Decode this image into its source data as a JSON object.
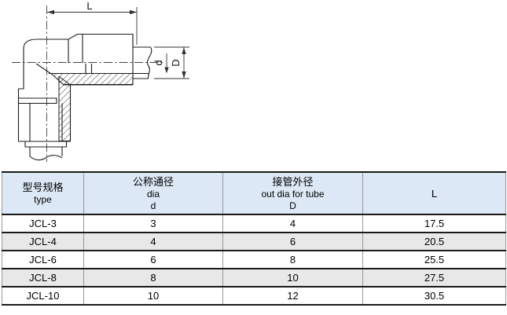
{
  "colors": {
    "header_bg": "#dce8f5",
    "alt_row_bg": "#e8e8e8",
    "line_dark": "#1a1a1a",
    "line_gray": "#999999"
  },
  "drawing": {
    "dim_length_label": "L",
    "dim_inner_dia_label": "d",
    "dim_outer_dia_label": "D"
  },
  "table": {
    "header": {
      "col_type": {
        "line1": "型号规格",
        "line2": "type"
      },
      "col_dia": {
        "line1": "公称通径",
        "line2": "dia",
        "line3": "d"
      },
      "col_out_dia": {
        "line1": "接管外径",
        "line2": "out dia for tube",
        "line3": "D"
      },
      "col_length": {
        "line1": "L"
      }
    },
    "rows": [
      {
        "type": "JCL-3",
        "d": "3",
        "D": "4",
        "L": "17.5"
      },
      {
        "type": "JCL-4",
        "d": "4",
        "D": "6",
        "L": "20.5"
      },
      {
        "type": "JCL-6",
        "d": "6",
        "D": "8",
        "L": "25.5"
      },
      {
        "type": "JCL-8",
        "d": "8",
        "D": "10",
        "L": "27.5"
      },
      {
        "type": "JCL-10",
        "d": "10",
        "D": "12",
        "L": "30.5"
      }
    ]
  }
}
